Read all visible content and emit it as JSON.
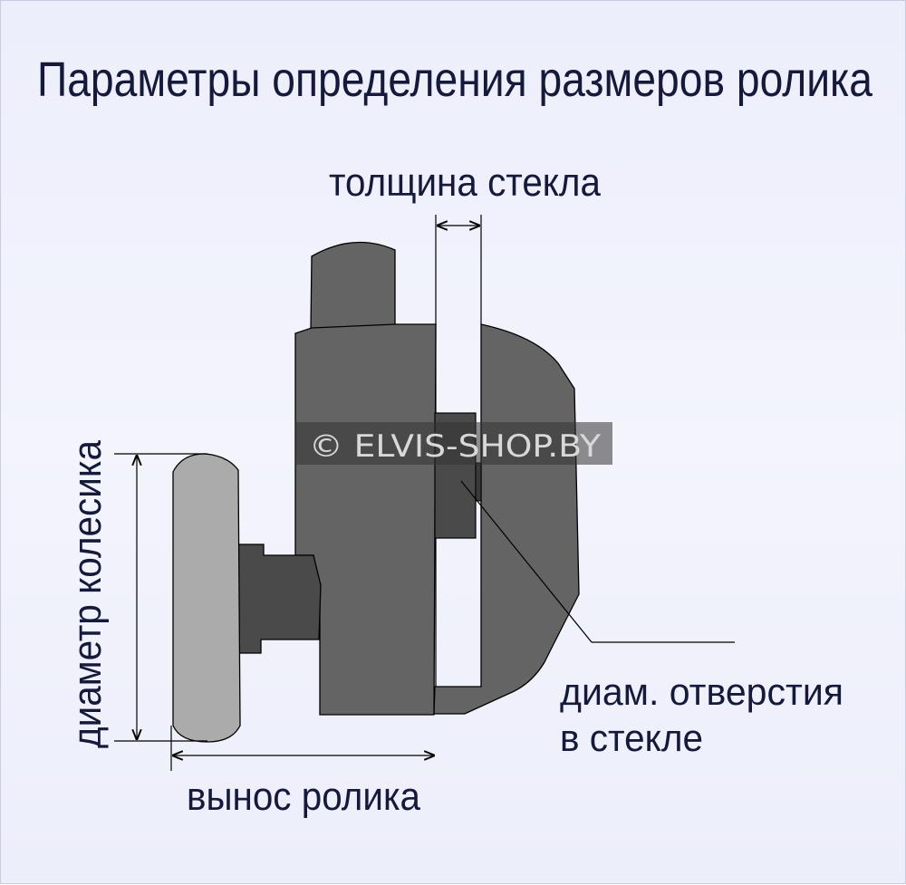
{
  "title": "Параметры определения размеров ролика",
  "labels": {
    "glass_thickness": "толщина стекла",
    "wheel_diameter": "диаметр колесика",
    "roller_offset": "вынос ролика",
    "hole_diameter_line1": "диам. отверстия",
    "hole_diameter_line2": "в стекле"
  },
  "watermark": "© ELVIS-SHOP.BY",
  "colors": {
    "body": "#646464",
    "insert": "#4a4a4a",
    "wheel": "#ababab",
    "text": "#151a3a"
  }
}
